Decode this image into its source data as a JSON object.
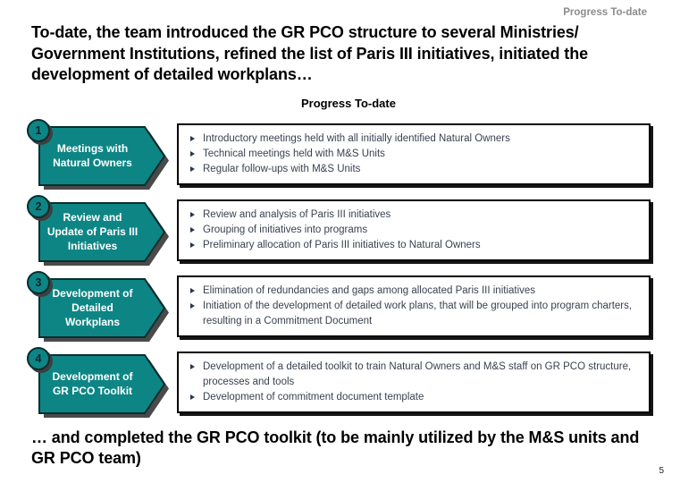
{
  "header": {
    "section_label": "Progress To-date"
  },
  "title": "To-date, the team introduced the GR PCO structure to several Ministries/ Government Institutions, refined the list of Paris III initiatives, initiated the development of detailed workplans…",
  "subtitle": "Progress To-date",
  "steps": [
    {
      "number": "1",
      "label": "Meetings with Natural Owners",
      "bullets": [
        "Introductory meetings held with all initially identified Natural Owners",
        "Technical meetings held with M&S Units",
        "Regular follow-ups with M&S Units"
      ]
    },
    {
      "number": "2",
      "label": "Review and Update of Paris III Initiatives",
      "bullets": [
        "Review and analysis of Paris III initiatives",
        "Grouping of initiatives into programs",
        "Preliminary allocation of Paris III initiatives to Natural Owners"
      ]
    },
    {
      "number": "3",
      "label": "Development of Detailed Workplans",
      "bullets": [
        "Elimination of redundancies and gaps among allocated Paris III initiatives",
        "Initiation of the development of detailed work plans, that will be grouped into program charters, resulting in a Commitment Document"
      ]
    },
    {
      "number": "4",
      "label": "Development of GR PCO Toolkit",
      "bullets": [
        "Development of a detailed toolkit to train Natural Owners and M&S staff on GR PCO structure, processes and tools",
        "Development of commitment document template"
      ]
    }
  ],
  "footer": {
    "takeaway": "… and completed the GR PCO toolkit (to be mainly utilized by the M&S units and GR PCO team)",
    "page_number": "5"
  },
  "colors": {
    "arrow_teal": "#0E8585",
    "arrow_outline": "#052E2E",
    "arrow_shadow": "#4A4A4A",
    "box_border": "#000000",
    "bullet_triangle": "#24354F",
    "body_text": "#3A4150",
    "muted_label": "#8C8C8C"
  }
}
